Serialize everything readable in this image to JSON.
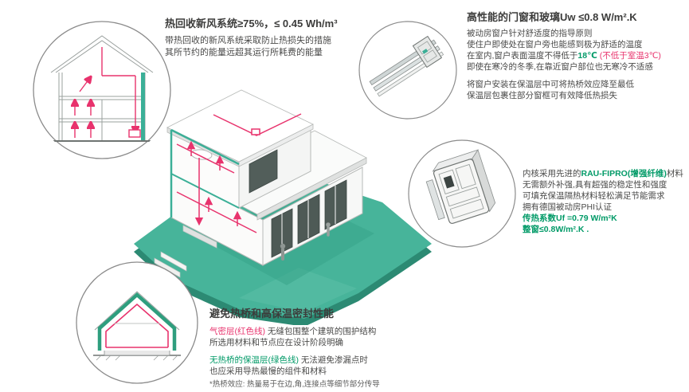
{
  "colors": {
    "teal": "#3BAF97",
    "teal_dark": "#2c8a73",
    "green_text": "#009a67",
    "red": "#e8336d",
    "dark_text": "#3c3c3b"
  },
  "ventilation": {
    "title": "热回收新风系统≥75%，≤ 0.45 Wh/m³",
    "body1": "带热回收的新风系统采取防止热损失的措施",
    "body2": "其所节约的能量远超其运行所耗费的能量"
  },
  "windows": {
    "title": "高性能的门窗和玻璃Uw ≤0.8 W/m².K",
    "p1": "被动房窗户针对舒适度的指导原则",
    "p2": "使住户即使处在窗户旁也能感到极为舒适的温度",
    "p3_prefix": "在室内,窗户表面温度不得低于",
    "p3_temp": "18℃",
    "p3_space": " ",
    "p3_warn": "(不低于室温3℃)",
    "p4": "即使在寒冷的冬季,在靠近窗户部位也无寒冷不适感",
    "p5": "将窗户安装在保温层中可将热桥效应降至最低",
    "p6": "保温层包裹住部分窗框可有效降低热损失"
  },
  "profile": {
    "l1_prefix": "内核采用先进的",
    "l1_highlight": "RAU-FIPRO(增强纤维)",
    "l1_suffix": "材料",
    "l2": "无需额外补强,具有超强的稳定性和强度",
    "l3": "可填充保温隔热材料轻松满足节能需求",
    "l4": "拥有德国被动房PHI认证",
    "l5": "传热系数Uf =0.79 W/m²K",
    "l6": "整窗≤0.8W/m².K ."
  },
  "thermal": {
    "title": "避免热桥和高保温密封性能",
    "l1_red": "气密层(红色线)",
    "l1_rest": " 无缝包围整个建筑的围护结构",
    "l2": "所选用材料和节点应在设计阶段明确",
    "l3_green": "无热桥的保温层(绿色线)",
    "l3_rest": " 无法避免渗漏点时",
    "l4": "也应采用导热最慢的组件和材料",
    "note": "*热桥效应: 热量易于在边,角,连接点等细节部分传导"
  }
}
